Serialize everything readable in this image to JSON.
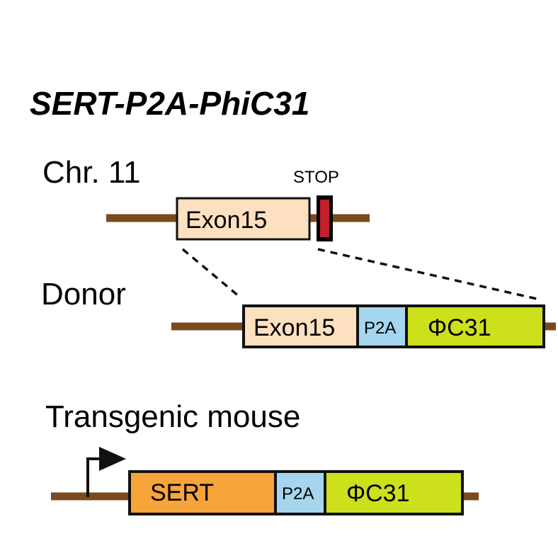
{
  "title": "SERT-P2A-PhiC31",
  "colors": {
    "backbone": "#7a4a1e",
    "exon": "#fde0bf",
    "stop": "#c3202b",
    "p2a": "#a6d6ee",
    "phic31": "#cce01c",
    "sert": "#f7a43a",
    "outline": "#111111"
  },
  "rows": {
    "chromosome": {
      "label": "Chr. 11",
      "stop_label": "STOP",
      "exon_label": "Exon15"
    },
    "donor": {
      "label": "Donor",
      "exon_label": "Exon15",
      "p2a_label": "P2A",
      "phic31_label": "ΦC31"
    },
    "transgenic": {
      "label": "Transgenic mouse",
      "sert_label": "SERT",
      "p2a_label": "P2A",
      "phic31_label": "ΦC31",
      "promoter_icon": "promoter-arrow-icon"
    }
  }
}
